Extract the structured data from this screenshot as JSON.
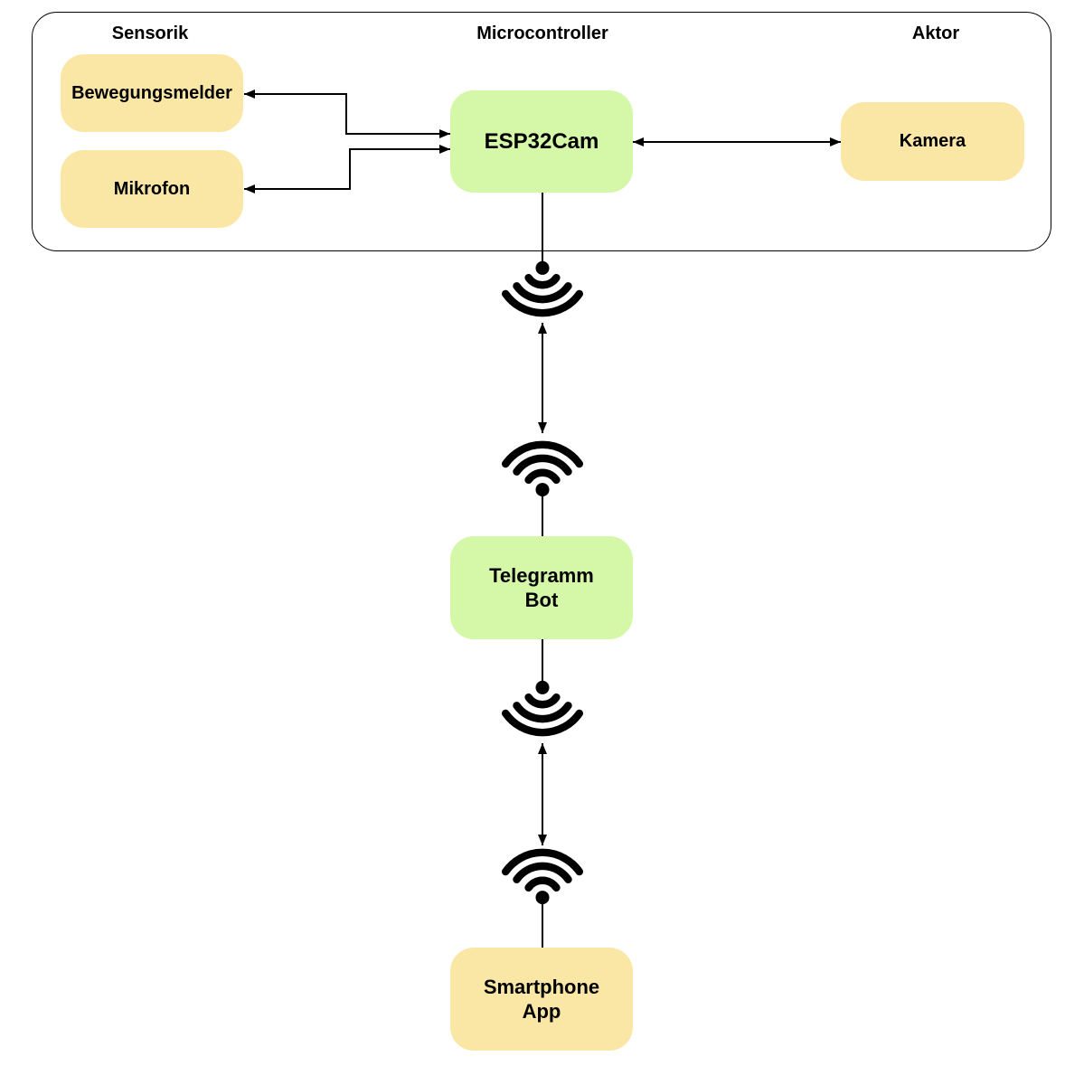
{
  "headers": {
    "sensorik": "Sensorik",
    "microcontroller": "Microcontroller",
    "aktor": "Aktor"
  },
  "nodes": {
    "bewegungsmelder": {
      "label": "Bewegungsmelder",
      "fill": "#FBE7A5"
    },
    "mikrofon": {
      "label": "Mikrofon",
      "fill": "#FBE7A5"
    },
    "esp32cam": {
      "label": "ESP32Cam",
      "fill": "#D5F7A8"
    },
    "kamera": {
      "label": "Kamera",
      "fill": "#FBE7A5"
    },
    "telegramm_bot": {
      "line1": "Telegramm",
      "line2": "Bot",
      "fill": "#D5F7A8"
    },
    "smartphone_app": {
      "line1": "Smartphone",
      "line2": "App",
      "fill": "#FBE7A5"
    }
  },
  "icons": {
    "wifi": "wifi-icon (dot + 3 radiating arcs)"
  },
  "colors": {
    "background": "#FFFFFF",
    "frame_border": "#000000",
    "line": "#000000",
    "text": "#000000",
    "sensor_actor_fill": "#FBE7A5",
    "controller_fill": "#D5F7A8"
  }
}
